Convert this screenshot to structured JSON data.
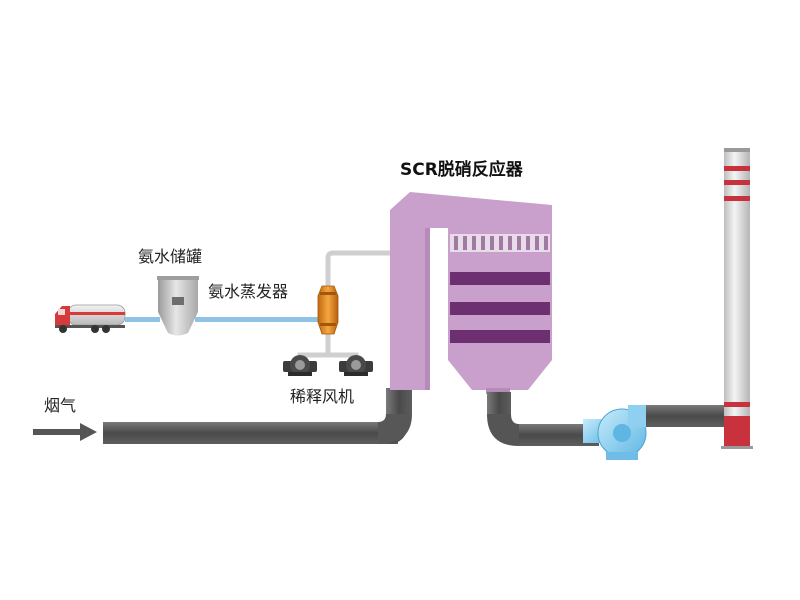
{
  "labels": {
    "reactor": "SCR脱硝反应器",
    "tank": "氨水储罐",
    "evaporator": "氨水蒸发器",
    "fan": "稀释风机",
    "flue_gas": "烟气"
  },
  "colors": {
    "pipe": "#555555",
    "water_pipe": "#8ec3e6",
    "reactor": "#c9a0cc",
    "reactor_band": "#6e2f70",
    "evaporator": "#e68a1a",
    "blower": "#8fd0f0",
    "stack_red": "#c8323c",
    "truck_red": "#d63a3a"
  }
}
